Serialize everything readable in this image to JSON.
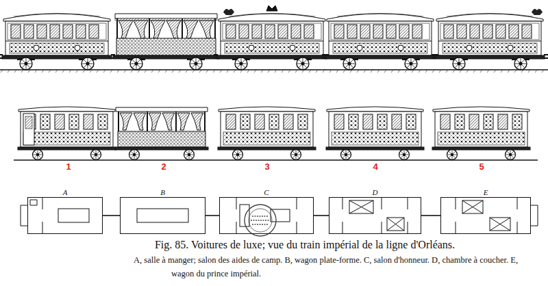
{
  "diagram": {
    "caption": "Fig. 85. Voitures de luxe; vue du train impérial de la ligne d'Orléans.",
    "nodes": [
      {
        "text": [
          "A"
        ]
      },
      {
        "text": [
          "B"
        ]
      },
      {
        "text": [
          "C"
        ]
      },
      {
        "text": [
          "D"
        ]
      },
      {
        "text": [
          "E"
        ]
      }
    ],
    "edges": [
      {
        "from": 0,
        "to": 1,
        "arrow": "none"
      },
      {
        "from": 1,
        "to": 2,
        "arrow": "none"
      },
      {
        "from": 2,
        "to": 3,
        "arrow": "none"
      },
      {
        "from": 3,
        "to": 4,
        "arrow": "none"
      }
    ],
    "labels": [
      "1",
      "2",
      "3",
      "4",
      "5",
      "A, salle à manger; salon des aides de camp. B, wagon plate-forme. C, salon d'honneur. D, chambre à coucher. E, wagon du prince impérial."
    ]
  }
}
